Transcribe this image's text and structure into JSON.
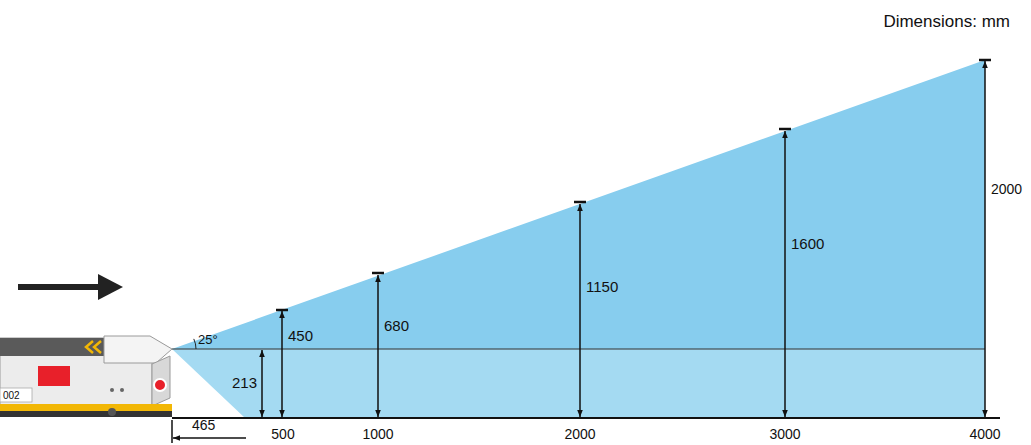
{
  "diagram": {
    "labels": [
      "Dimensions: mm",
      "25°",
      "213",
      "450",
      "680",
      "1150",
      "1600",
      "2000",
      "465",
      "500",
      "1000",
      "2000",
      "3000",
      "4000",
      "002"
    ]
  }
}
